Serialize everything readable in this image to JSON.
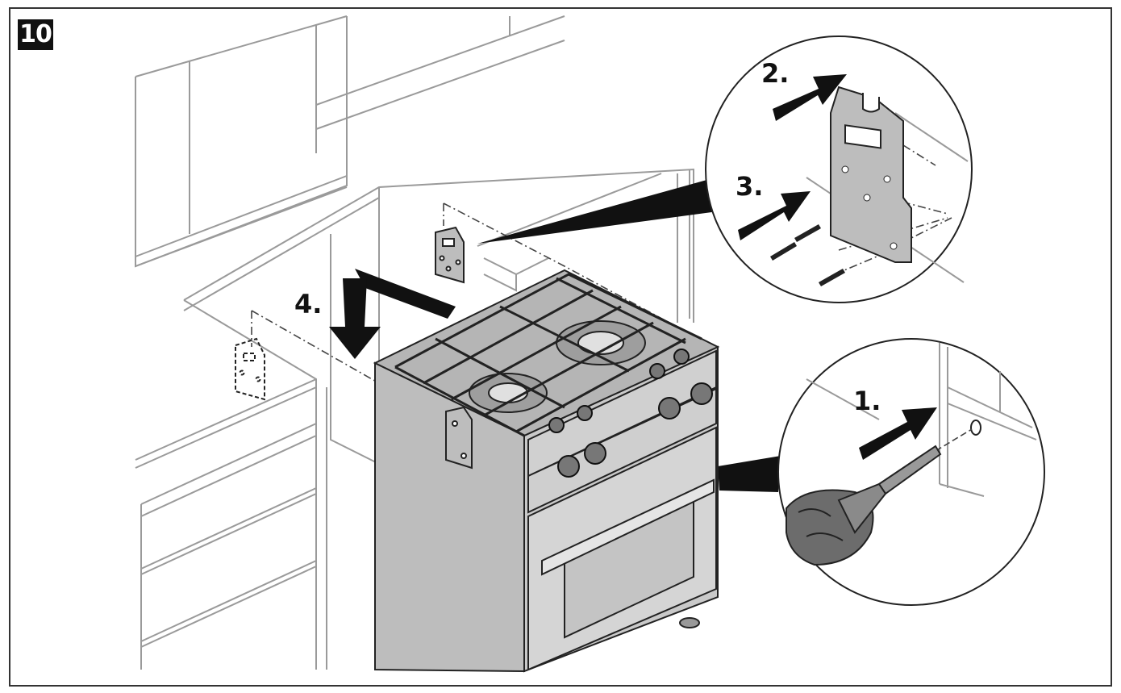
{
  "figure": {
    "step_number": "10",
    "callouts": [
      {
        "label": "1."
      },
      {
        "label": "2."
      },
      {
        "label": "3."
      },
      {
        "label": "4."
      }
    ],
    "colors": {
      "line": "#2b2b2b",
      "light_line": "#9a9a9a",
      "appliance_fill": "#c9c9c9",
      "dark_fill": "#1a1a1a"
    }
  }
}
